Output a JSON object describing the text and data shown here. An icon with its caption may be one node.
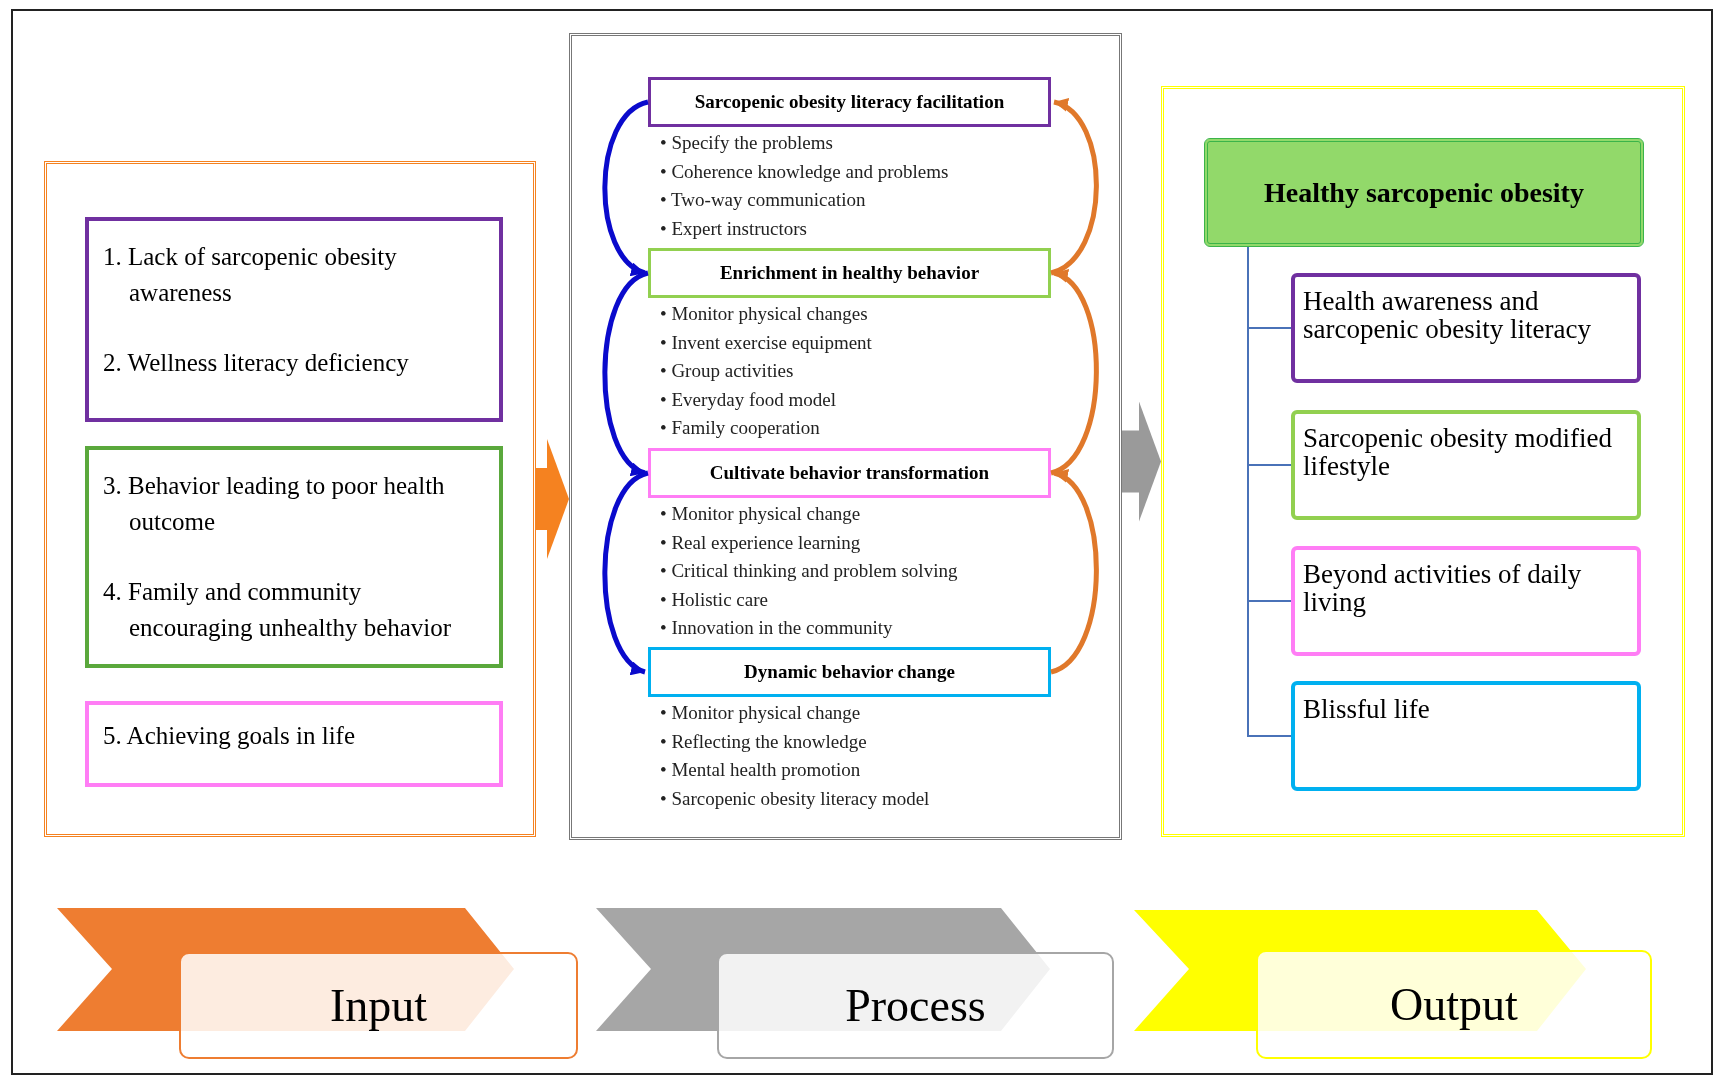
{
  "diagram": {
    "nodes": [
      {
        "text": [],
        "shape": "box"
      },
      {
        "text": [
          "1. Lack of sarcopenic obesity awareness",
          "2. Wellness literacy deficiency"
        ],
        "in": 0
      },
      {
        "text": [
          "3. Behavior leading to poor health outcome",
          "4. Family and community encouraging unhealthy behavior"
        ],
        "in": 0
      },
      {
        "text": [
          "5. Achieving goals in life"
        ],
        "in": 0
      },
      {
        "text": [],
        "shape": "box"
      },
      {
        "text": [
          "Sarcopenic obesity literacy facilitation"
        ],
        "in": 4,
        "beside": [
          "• Specify the problems",
          "• Coherence knowledge and problems",
          "• Two-way communication",
          "• Expert instructors"
        ]
      },
      {
        "text": [
          "Enrichment in healthy behavior"
        ],
        "in": 4,
        "beside": [
          "• Monitor physical changes",
          "• Invent exercise equipment",
          "• Group activities",
          "• Everyday food model",
          "• Family cooperation"
        ]
      },
      {
        "text": [
          "Cultivate behavior transformation"
        ],
        "in": 4,
        "beside": [
          "• Monitor physical change",
          "• Real experience learning",
          "• Critical thinking and problem solving",
          "• Holistic care",
          "• Innovation in the community"
        ]
      },
      {
        "text": [
          "Dynamic behavior change"
        ],
        "in": 4,
        "beside": [
          "• Monitor physical change",
          "• Reflecting the knowledge",
          "• Mental health promotion",
          "• Sarcopenic obesity literacy model"
        ]
      },
      {
        "text": [],
        "shape": "box"
      },
      {
        "text": [
          "Healthy sarcopenic obesity"
        ],
        "in": 9
      },
      {
        "text": [
          "Health awareness and sarcopenic obesity literacy"
        ],
        "in": 9
      },
      {
        "text": [
          "Sarcopenic obesity modified lifestyle"
        ],
        "in": 9
      },
      {
        "text": [
          "Beyond activities of daily living"
        ],
        "in": 9
      },
      {
        "text": [
          "Blissful life"
        ],
        "in": 9
      },
      {
        "text": [
          "Input"
        ]
      },
      {
        "text": [
          "Process"
        ]
      },
      {
        "text": [
          "Output"
        ]
      }
    ],
    "edges": [
      {
        "from": 0,
        "to": 4,
        "arrow": "to",
        "style": "thick",
        "color": "#f58220"
      },
      {
        "from": 4,
        "to": 9,
        "arrow": "to",
        "style": "thick",
        "color": "#9a9a9a"
      },
      {
        "from": 5,
        "to": 6,
        "arrow": "to",
        "color": "#0a0acc"
      },
      {
        "from": 6,
        "to": 7,
        "arrow": "to",
        "color": "#0a0acc"
      },
      {
        "from": 7,
        "to": 8,
        "arrow": "to",
        "color": "#0a0acc"
      },
      {
        "from": 6,
        "to": 5,
        "arrow": "to",
        "color": "#e0782a"
      },
      {
        "from": 7,
        "to": 6,
        "arrow": "to",
        "color": "#e0782a"
      },
      {
        "from": 8,
        "to": 7,
        "arrow": "to",
        "color": "#e0782a"
      },
      {
        "from": 10,
        "to": 11,
        "arrow": "none",
        "color": "#4a72b8"
      },
      {
        "from": 10,
        "to": 12,
        "arrow": "none",
        "color": "#4a72b8"
      },
      {
        "from": 10,
        "to": 13,
        "arrow": "none",
        "color": "#4a72b8"
      },
      {
        "from": 10,
        "to": 14,
        "arrow": "none",
        "color": "#4a72b8"
      }
    ]
  }
}
